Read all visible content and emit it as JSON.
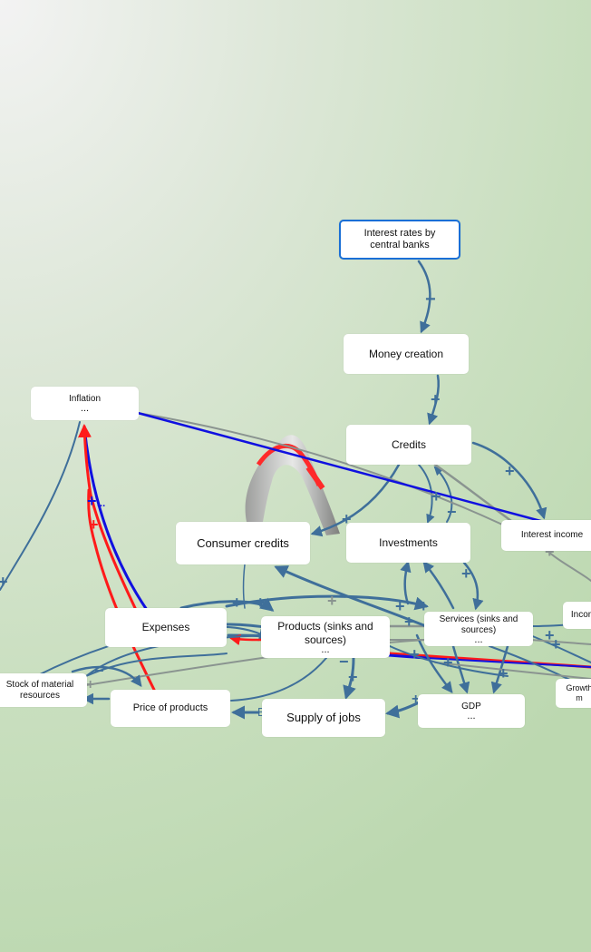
{
  "colors": {
    "link": "#3f6f9a",
    "highlight": "#ff1a1a",
    "selected_link": "#1010e0",
    "grey_link": "#8a9490"
  },
  "nodes": {
    "interest_rates": {
      "label": "Interest rates by\ncentral banks"
    },
    "money_creation": {
      "label": "Money creation"
    },
    "credits": {
      "label": "Credits"
    },
    "inflation": {
      "label": "Inflation",
      "more": "..."
    },
    "consumer_credits": {
      "label": "Consumer credits"
    },
    "investments": {
      "label": "Investments"
    },
    "interest_income": {
      "label": "Interest income"
    },
    "income": {
      "label": "Incom"
    },
    "expenses": {
      "label": "Expenses"
    },
    "products": {
      "label": "Products (sinks and\nsources)",
      "more": "..."
    },
    "services": {
      "label": "Services (sinks and\nsources)",
      "more": "..."
    },
    "stock_material": {
      "label": "Stock of material\nresources"
    },
    "price_products": {
      "label": "Price of products"
    },
    "supply_jobs": {
      "label": "Supply of jobs"
    },
    "gdp": {
      "label": "GDP",
      "more": "..."
    },
    "growth": {
      "label": "Growth\nm"
    }
  },
  "link_marks": {
    "plus": "+",
    "minus": "−",
    "delay": "E",
    "ellipsis": "..."
  }
}
